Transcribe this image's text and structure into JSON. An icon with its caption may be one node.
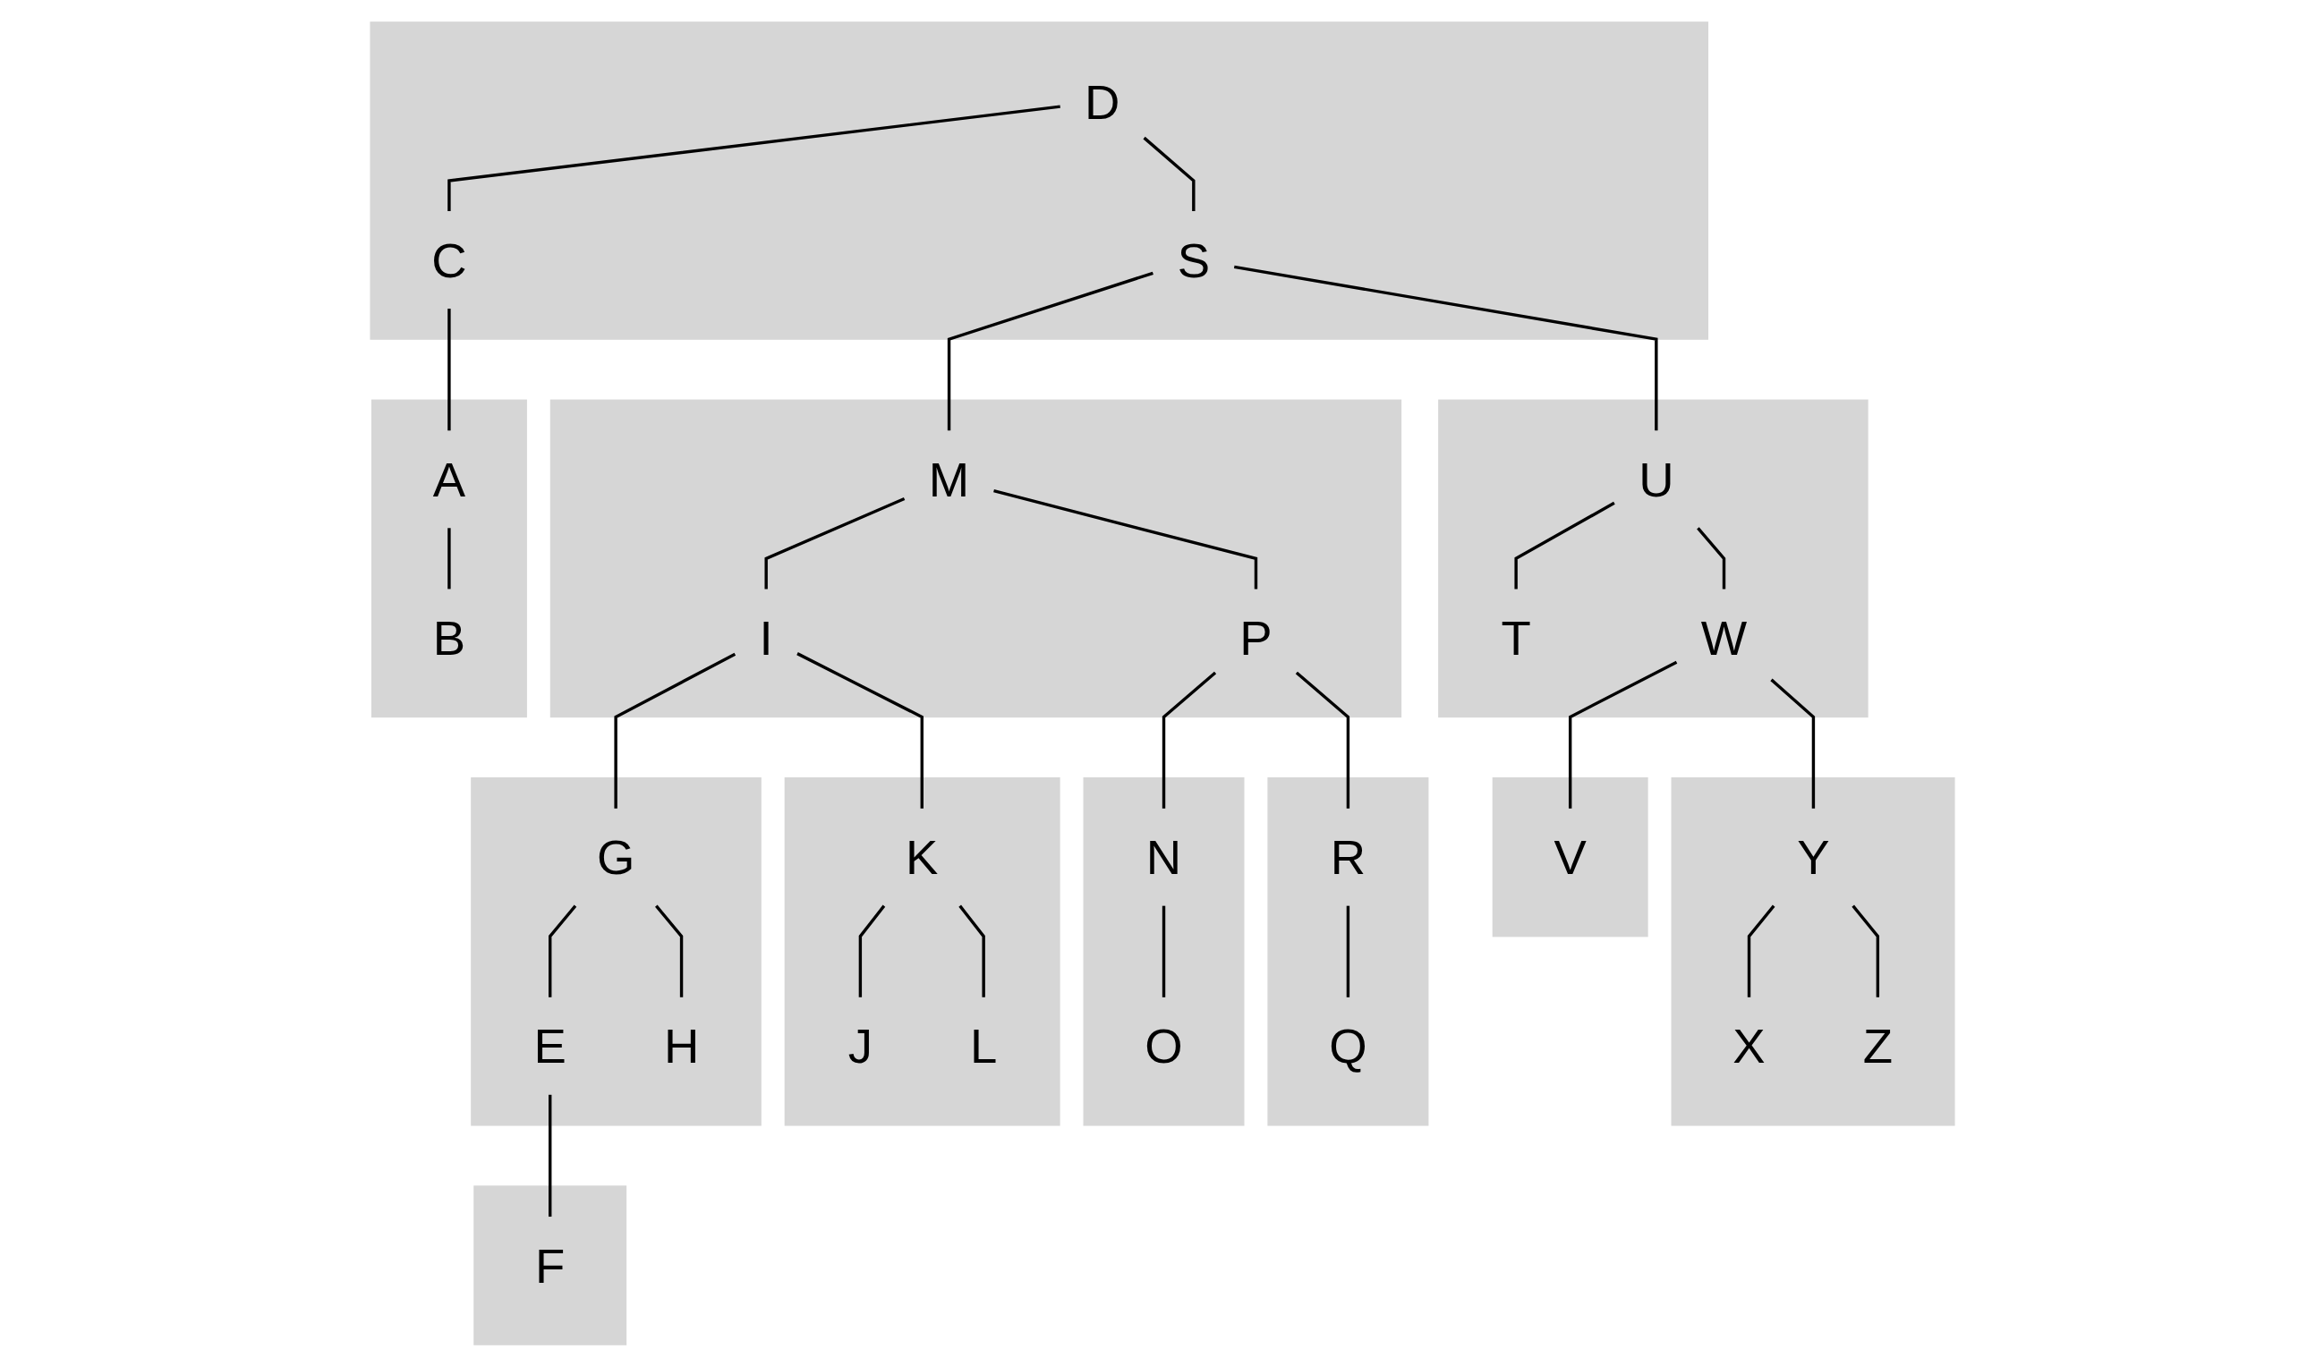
{
  "diagram": {
    "nodes": [
      {
        "text": [],
        "shape": "box"
      },
      {
        "text": [
          "D"
        ],
        "in": 0
      },
      {
        "text": [
          "C"
        ],
        "in": 0
      },
      {
        "text": [
          "S"
        ],
        "in": 0
      },
      {
        "text": [],
        "shape": "box"
      },
      {
        "text": [
          "A"
        ],
        "in": 4
      },
      {
        "text": [
          "B"
        ],
        "in": 4
      },
      {
        "text": [],
        "shape": "box"
      },
      {
        "text": [
          "M"
        ],
        "in": 7
      },
      {
        "text": [
          "I"
        ],
        "in": 7
      },
      {
        "text": [
          "P"
        ],
        "in": 7
      },
      {
        "text": [],
        "shape": "box"
      },
      {
        "text": [
          "U"
        ],
        "in": 11
      },
      {
        "text": [
          "T"
        ],
        "in": 11
      },
      {
        "text": [
          "W"
        ],
        "in": 11
      },
      {
        "text": [],
        "shape": "box"
      },
      {
        "text": [
          "G"
        ],
        "in": 15
      },
      {
        "text": [
          "E"
        ],
        "in": 15
      },
      {
        "text": [
          "H"
        ],
        "in": 15
      },
      {
        "text": [],
        "shape": "box"
      },
      {
        "text": [
          "K"
        ],
        "in": 19
      },
      {
        "text": [
          "J"
        ],
        "in": 19
      },
      {
        "text": [
          "L"
        ],
        "in": 19
      },
      {
        "text": [],
        "shape": "box"
      },
      {
        "text": [
          "N"
        ],
        "in": 23
      },
      {
        "text": [
          "O"
        ],
        "in": 23
      },
      {
        "text": [],
        "shape": "box"
      },
      {
        "text": [
          "R"
        ],
        "in": 26
      },
      {
        "text": [
          "Q"
        ],
        "in": 26
      },
      {
        "text": [],
        "shape": "box"
      },
      {
        "text": [
          "V"
        ],
        "in": 29
      },
      {
        "text": [],
        "shape": "box"
      },
      {
        "text": [
          "Y"
        ],
        "in": 31
      },
      {
        "text": [
          "X"
        ],
        "in": 31
      },
      {
        "text": [
          "Z"
        ],
        "in": 31
      },
      {
        "text": [],
        "shape": "box"
      },
      {
        "text": [
          "F"
        ],
        "in": 35
      }
    ],
    "edges": [
      {
        "from": 1,
        "to": 2,
        "arrow": "none"
      },
      {
        "from": 1,
        "to": 3,
        "arrow": "none"
      },
      {
        "from": 2,
        "to": 5,
        "arrow": "none"
      },
      {
        "from": 5,
        "to": 6,
        "arrow": "none"
      },
      {
        "from": 3,
        "to": 8,
        "arrow": "none"
      },
      {
        "from": 3,
        "to": 12,
        "arrow": "none"
      },
      {
        "from": 8,
        "to": 9,
        "arrow": "none"
      },
      {
        "from": 8,
        "to": 10,
        "arrow": "none"
      },
      {
        "from": 12,
        "to": 13,
        "arrow": "none"
      },
      {
        "from": 12,
        "to": 14,
        "arrow": "none"
      },
      {
        "from": 9,
        "to": 16,
        "arrow": "none"
      },
      {
        "from": 9,
        "to": 20,
        "arrow": "none"
      },
      {
        "from": 10,
        "to": 24,
        "arrow": "none"
      },
      {
        "from": 10,
        "to": 27,
        "arrow": "none"
      },
      {
        "from": 14,
        "to": 30,
        "arrow": "none"
      },
      {
        "from": 14,
        "to": 32,
        "arrow": "none"
      },
      {
        "from": 16,
        "to": 17,
        "arrow": "none"
      },
      {
        "from": 16,
        "to": 18,
        "arrow": "none"
      },
      {
        "from": 20,
        "to": 21,
        "arrow": "none"
      },
      {
        "from": 20,
        "to": 22,
        "arrow": "none"
      },
      {
        "from": 24,
        "to": 25,
        "arrow": "none"
      },
      {
        "from": 27,
        "to": 28,
        "arrow": "none"
      },
      {
        "from": 32,
        "to": 33,
        "arrow": "none"
      },
      {
        "from": 32,
        "to": 34,
        "arrow": "none"
      },
      {
        "from": 17,
        "to": 36,
        "arrow": "none"
      }
    ]
  }
}
